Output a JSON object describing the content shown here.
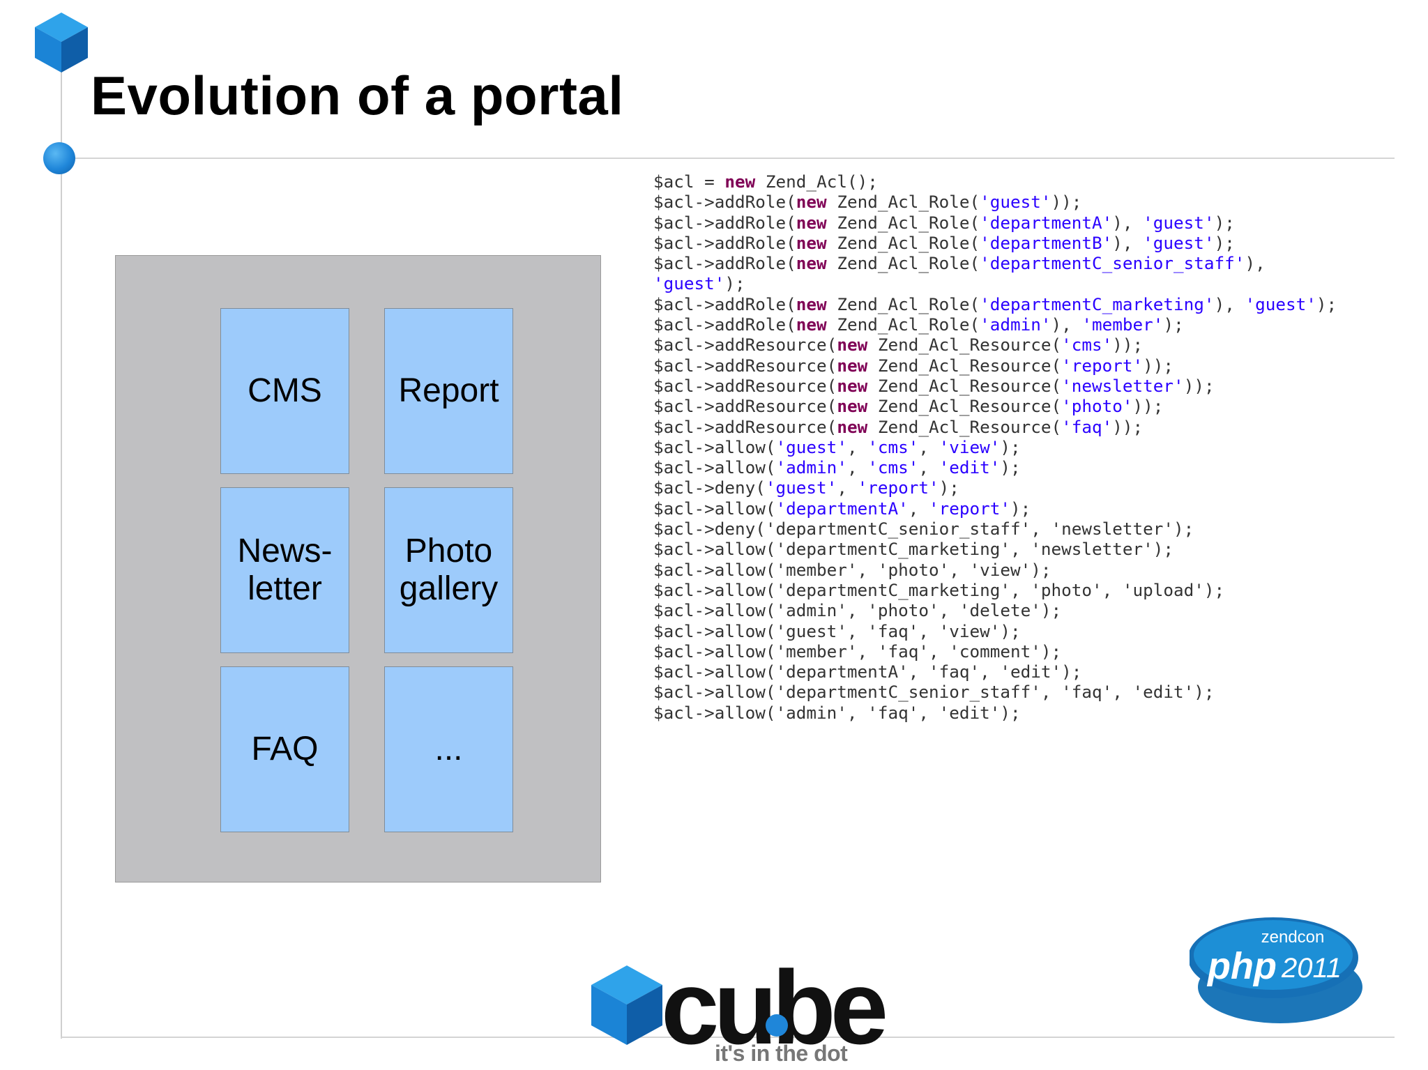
{
  "slide": {
    "title": "Evolution of a portal"
  },
  "portal": {
    "modules": [
      {
        "label": "CMS"
      },
      {
        "label": "Report"
      },
      {
        "label": "News-\nletter"
      },
      {
        "label": "Photo\ngallery"
      },
      {
        "label": "FAQ"
      },
      {
        "label": "..."
      }
    ]
  },
  "code": {
    "lines": [
      [
        [
          "p",
          "$acl = "
        ],
        [
          "k",
          "new"
        ],
        [
          "p",
          " Zend_Acl();"
        ]
      ],
      [
        [
          "p",
          "$acl->addRole("
        ],
        [
          "k",
          "new"
        ],
        [
          "p",
          " Zend_Acl_Role("
        ],
        [
          "s",
          "'guest'"
        ],
        [
          "p",
          "));"
        ]
      ],
      [
        [
          "p",
          "$acl->addRole("
        ],
        [
          "k",
          "new"
        ],
        [
          "p",
          " Zend_Acl_Role("
        ],
        [
          "s",
          "'departmentA'"
        ],
        [
          "p",
          "), "
        ],
        [
          "s",
          "'guest'"
        ],
        [
          "p",
          ");"
        ]
      ],
      [
        [
          "p",
          "$acl->addRole("
        ],
        [
          "k",
          "new"
        ],
        [
          "p",
          " Zend_Acl_Role("
        ],
        [
          "s",
          "'departmentB'"
        ],
        [
          "p",
          "), "
        ],
        [
          "s",
          "'guest'"
        ],
        [
          "p",
          ");"
        ]
      ],
      [
        [
          "p",
          "$acl->addRole("
        ],
        [
          "k",
          "new"
        ],
        [
          "p",
          " Zend_Acl_Role("
        ],
        [
          "s",
          "'departmentC_senior_staff'"
        ],
        [
          "p",
          "),"
        ]
      ],
      [
        [
          "s",
          "'guest'"
        ],
        [
          "p",
          ");"
        ]
      ],
      [
        [
          "p",
          "$acl->addRole("
        ],
        [
          "k",
          "new"
        ],
        [
          "p",
          " Zend_Acl_Role("
        ],
        [
          "s",
          "'departmentC_marketing'"
        ],
        [
          "p",
          "), "
        ],
        [
          "s",
          "'guest'"
        ],
        [
          "p",
          ");"
        ]
      ],
      [
        [
          "p",
          "$acl->addRole("
        ],
        [
          "k",
          "new"
        ],
        [
          "p",
          " Zend_Acl_Role("
        ],
        [
          "s",
          "'admin'"
        ],
        [
          "p",
          "), "
        ],
        [
          "s",
          "'member'"
        ],
        [
          "p",
          ");"
        ]
      ],
      [
        [
          "p",
          "$acl->addResource("
        ],
        [
          "k",
          "new"
        ],
        [
          "p",
          " Zend_Acl_Resource("
        ],
        [
          "s",
          "'cms'"
        ],
        [
          "p",
          "));"
        ]
      ],
      [
        [
          "p",
          "$acl->addResource("
        ],
        [
          "k",
          "new"
        ],
        [
          "p",
          " Zend_Acl_Resource("
        ],
        [
          "s",
          "'report'"
        ],
        [
          "p",
          "));"
        ]
      ],
      [
        [
          "p",
          "$acl->addResource("
        ],
        [
          "k",
          "new"
        ],
        [
          "p",
          " Zend_Acl_Resource("
        ],
        [
          "s",
          "'newsletter'"
        ],
        [
          "p",
          "));"
        ]
      ],
      [
        [
          "p",
          "$acl->addResource("
        ],
        [
          "k",
          "new"
        ],
        [
          "p",
          " Zend_Acl_Resource("
        ],
        [
          "s",
          "'photo'"
        ],
        [
          "p",
          "));"
        ]
      ],
      [
        [
          "p",
          "$acl->addResource("
        ],
        [
          "k",
          "new"
        ],
        [
          "p",
          " Zend_Acl_Resource("
        ],
        [
          "s",
          "'faq'"
        ],
        [
          "p",
          "));"
        ]
      ],
      [
        [
          "p",
          "$acl->allow("
        ],
        [
          "s",
          "'guest'"
        ],
        [
          "p",
          ", "
        ],
        [
          "s",
          "'cms'"
        ],
        [
          "p",
          ", "
        ],
        [
          "s",
          "'view'"
        ],
        [
          "p",
          ");"
        ]
      ],
      [
        [
          "p",
          "$acl->allow("
        ],
        [
          "s",
          "'admin'"
        ],
        [
          "p",
          ", "
        ],
        [
          "s",
          "'cms'"
        ],
        [
          "p",
          ", "
        ],
        [
          "s",
          "'edit'"
        ],
        [
          "p",
          ");"
        ]
      ],
      [
        [
          "p",
          "$acl->deny("
        ],
        [
          "s",
          "'guest'"
        ],
        [
          "p",
          ", "
        ],
        [
          "s",
          "'report'"
        ],
        [
          "p",
          ");"
        ]
      ],
      [
        [
          "p",
          "$acl->allow("
        ],
        [
          "s",
          "'departmentA'"
        ],
        [
          "p",
          ", "
        ],
        [
          "s",
          "'report'"
        ],
        [
          "p",
          ");"
        ]
      ],
      [
        [
          "p",
          "$acl->deny('departmentC_senior_staff', 'newsletter');"
        ]
      ],
      [
        [
          "p",
          "$acl->allow('departmentC_marketing', 'newsletter');"
        ]
      ],
      [
        [
          "p",
          "$acl->allow('member', 'photo', 'view');"
        ]
      ],
      [
        [
          "p",
          "$acl->allow('departmentC_marketing', 'photo', 'upload');"
        ]
      ],
      [
        [
          "p",
          "$acl->allow('admin', 'photo', 'delete');"
        ]
      ],
      [
        [
          "p",
          "$acl->allow('guest', 'faq', 'view');"
        ]
      ],
      [
        [
          "p",
          "$acl->allow('member', 'faq', 'comment');"
        ]
      ],
      [
        [
          "p",
          "$acl->allow('departmentA', 'faq', 'edit');"
        ]
      ],
      [
        [
          "p",
          "$acl->allow('departmentC_senior_staff', 'faq', 'edit');"
        ]
      ],
      [
        [
          "p",
          "$acl->allow('admin', 'faq', 'edit');"
        ]
      ]
    ]
  },
  "footer": {
    "cube_logo_text": "cube",
    "cube_tagline": "it's in the dot",
    "php_logo_top": "zendcon",
    "php_logo_main": "php",
    "php_logo_year": "2011"
  },
  "colors": {
    "module_fill": "#9dcbfb",
    "portal_fill": "#c0c0c2",
    "keyword": "#7f0055",
    "string": "#2a00ff",
    "brand_blue": "#1f86d9"
  }
}
